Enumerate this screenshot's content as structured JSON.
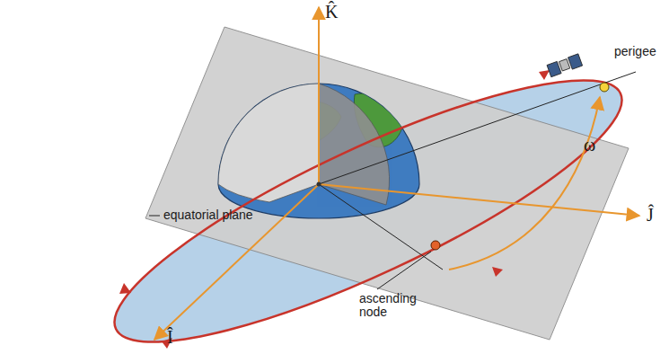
{
  "diagram": {
    "labels": [
      "K̂",
      "perigee",
      "ω",
      "equatorial plane",
      "Ĵ",
      "ascending node",
      "Î"
    ]
  }
}
